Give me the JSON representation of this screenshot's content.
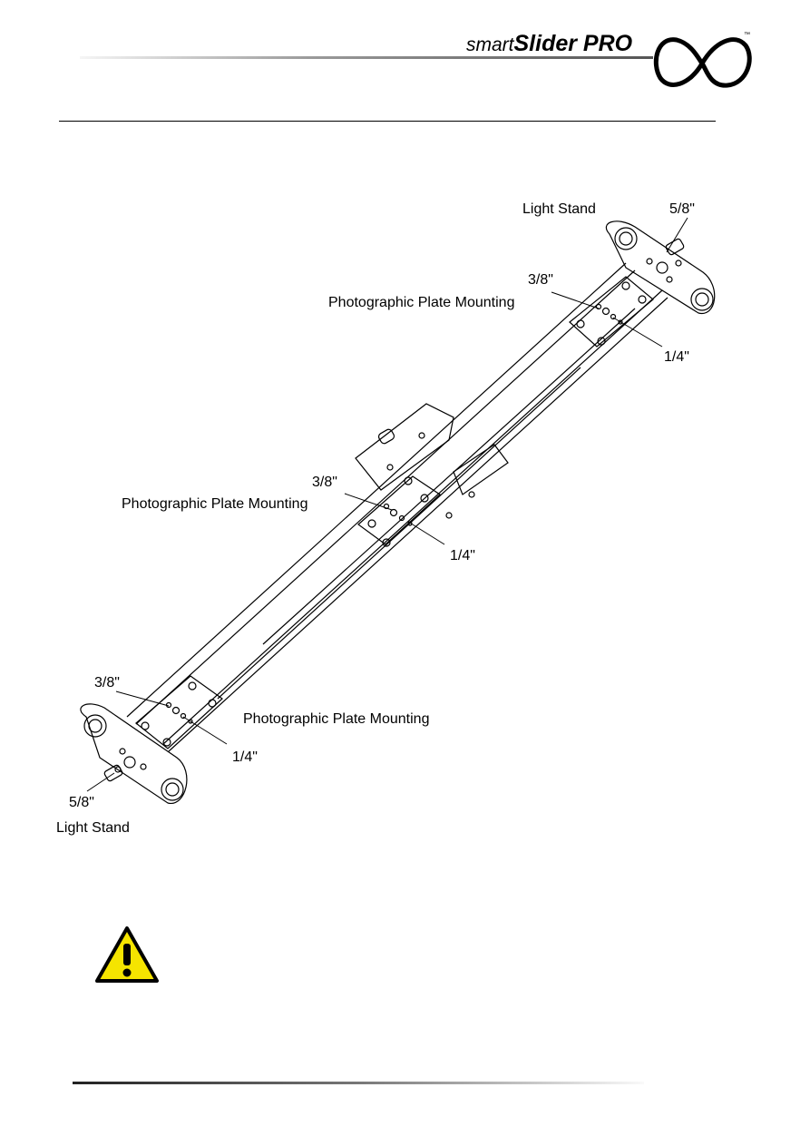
{
  "header": {
    "brand_prefix": "smart",
    "brand_name": "Slider PRO",
    "trademark": "™"
  },
  "diagram": {
    "top_end": {
      "light_stand_label": "Light Stand",
      "light_stand_thread": "5/8\"",
      "plate_mount_label": "Photographic Plate Mounting",
      "large_thread": "3/8\"",
      "small_thread": "1/4\""
    },
    "middle_carriage": {
      "plate_mount_label": "Photographic Plate Mounting",
      "large_thread": "3/8\"",
      "small_thread": "1/4\""
    },
    "bottom_end": {
      "plate_mount_label": "Photographic Plate Mounting",
      "large_thread": "3/8\"",
      "small_thread": "1/4\"",
      "light_stand_thread": "5/8\"",
      "light_stand_label": "Light Stand"
    }
  },
  "warning": {
    "icon": "warning-triangle-icon",
    "fill_color": "#f5e400"
  }
}
